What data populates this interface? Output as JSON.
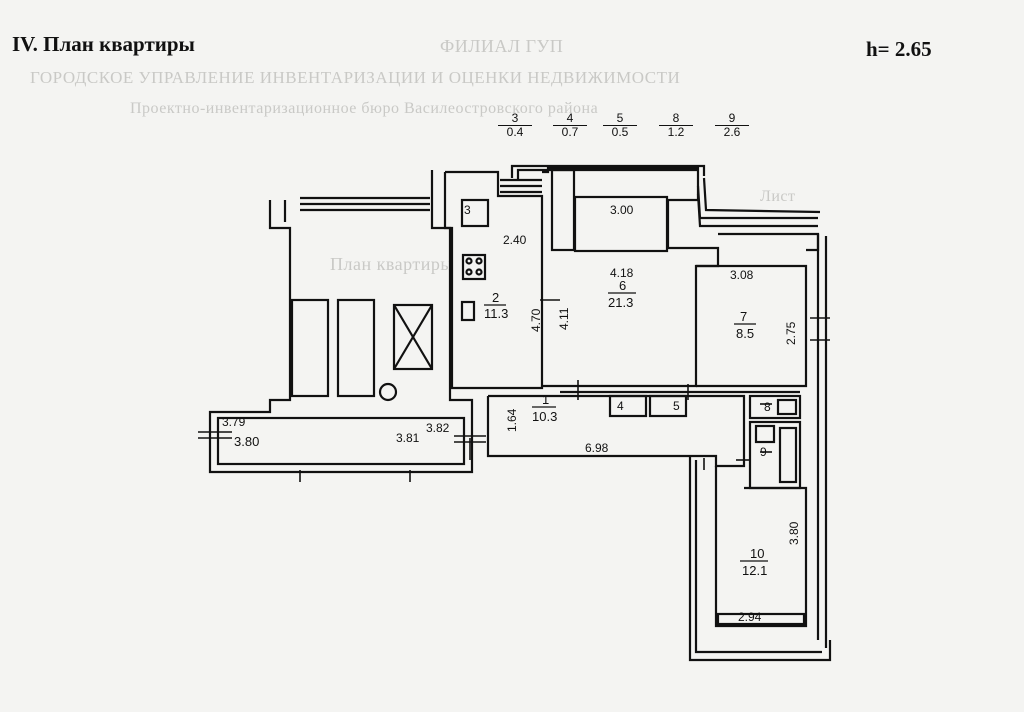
{
  "header": {
    "title": "IV. План квартиры",
    "ceiling_height": "h= 2.65"
  },
  "balconies": [
    {
      "num": "3",
      "area": "0.4"
    },
    {
      "num": "4",
      "area": "0.7"
    },
    {
      "num": "5",
      "area": "0.5"
    },
    {
      "num": "8",
      "area": "1.2"
    },
    {
      "num": "9",
      "area": "2.6"
    }
  ],
  "rooms": {
    "kitchen": {
      "num": "2",
      "area": "11.3",
      "width": "2.40",
      "length": "4.70"
    },
    "living": {
      "num": "6",
      "area": "21.3",
      "width": "4.18",
      "length": "4.11",
      "top_width": "3.00"
    },
    "bedroom": {
      "num": "7",
      "area": "8.5",
      "width": "3.08",
      "length": "2.75"
    },
    "hall": {
      "num": "1",
      "area": "10.3",
      "width": "6.98",
      "length": "1.64"
    },
    "room10": {
      "num": "10",
      "area": "12.1",
      "width": "2.94",
      "length": "3.80"
    }
  },
  "small_labels": {
    "storage_3": "3",
    "closet_4": "4",
    "closet_5": "5",
    "wc_8": "8",
    "bath_9": "9"
  },
  "corridor_dims": {
    "d1": "3.79",
    "d2": "3.80",
    "d3": "3.81",
    "d4": "3.82"
  },
  "ghost_text": {
    "line1": "ФИЛИАЛ ГУП",
    "line2": "ГОРОДСКОЕ УПРАВЛЕНИЕ ИНВЕНТАРИЗАЦИИ И ОЦЕНКИ НЕДВИЖИМОСТИ",
    "line3": "Проектно-инвентаризационное бюро Василеостровского района",
    "line4": "Лист",
    "line5": "План квартиры"
  }
}
